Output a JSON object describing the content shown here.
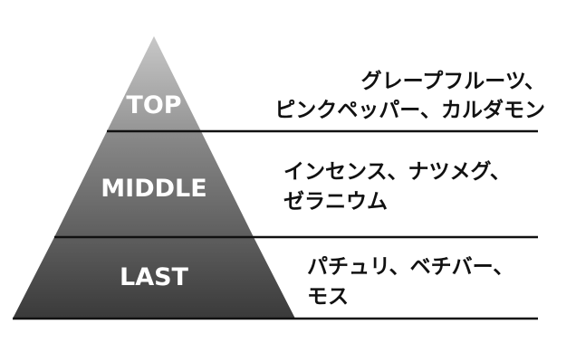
{
  "tiers": [
    {
      "label": "TOP",
      "notes": [
        "グレープフルーツ、",
        "ピンクペッパー、カルダモン"
      ]
    },
    {
      "label": "MIDDLE",
      "notes": [
        "インセンス、ナツメグ、",
        "ゼラニウム"
      ]
    },
    {
      "label": "LAST",
      "notes": [
        "パチュリ、ベチバー、",
        "モス"
      ]
    }
  ],
  "colors": {
    "top_fill": "#a2a2a2",
    "middle_fill": "#6e6e6e",
    "last_fill": "#474747",
    "label_text": "#ffffff",
    "note_text": "#111111",
    "line": "#111111"
  }
}
